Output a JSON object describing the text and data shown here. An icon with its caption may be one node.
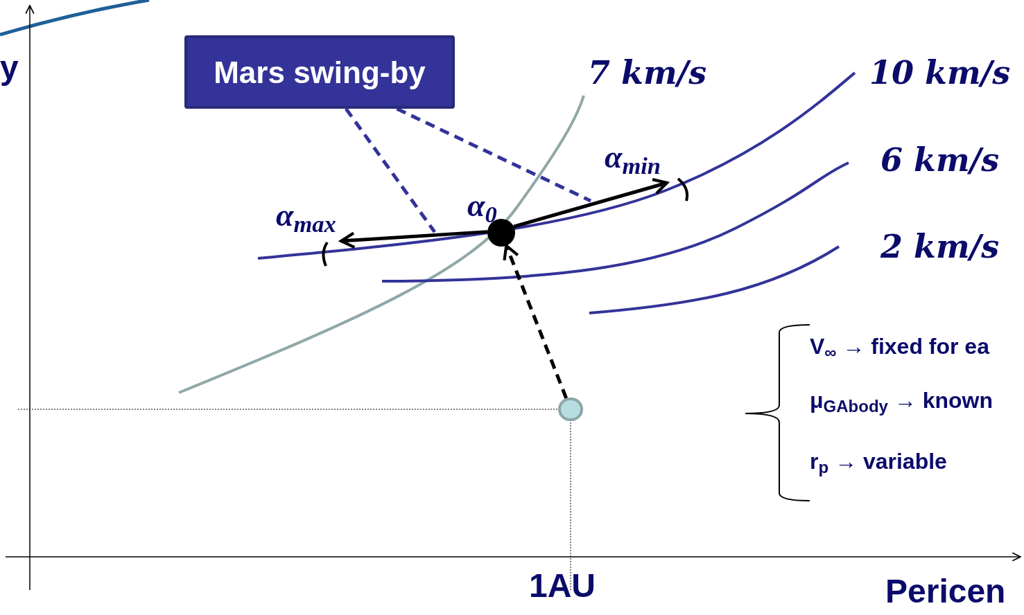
{
  "diagram": {
    "nodes": [
      {
        "text": [
          "Mars swing-by"
        ]
      },
      {
        "text": [],
        "shape": "circle"
      },
      {
        "text": [],
        "shape": "circle",
        "beside": [
          "α$_{0}$"
        ]
      },
      {
        "text": [
          "α$_{max}$"
        ]
      },
      {
        "text": [
          "α$_{min}$"
        ]
      }
    ],
    "edges": [
      {
        "from": 2,
        "to": 3,
        "arrow": "to"
      },
      {
        "from": 2,
        "to": 4,
        "arrow": "to"
      },
      {
        "from": 0,
        "to": null,
        "arrow": "none",
        "style": "dashed",
        "color": "#333399"
      },
      {
        "from": 0,
        "to": null,
        "arrow": "none",
        "style": "dashed",
        "color": "#333399"
      },
      {
        "from": 1,
        "to": 2,
        "arrow": "to",
        "style": "dashed"
      }
    ],
    "labels": [
      "y",
      "7 km/s",
      "10 km/s",
      "6 km/s",
      "2 km/s",
      "V$_{∞}$ → fixed for ea",
      "μ$_{GA}$$_{body}$ → known",
      "r$_{p}$ → variable",
      "1AU",
      "Pericen"
    ]
  }
}
